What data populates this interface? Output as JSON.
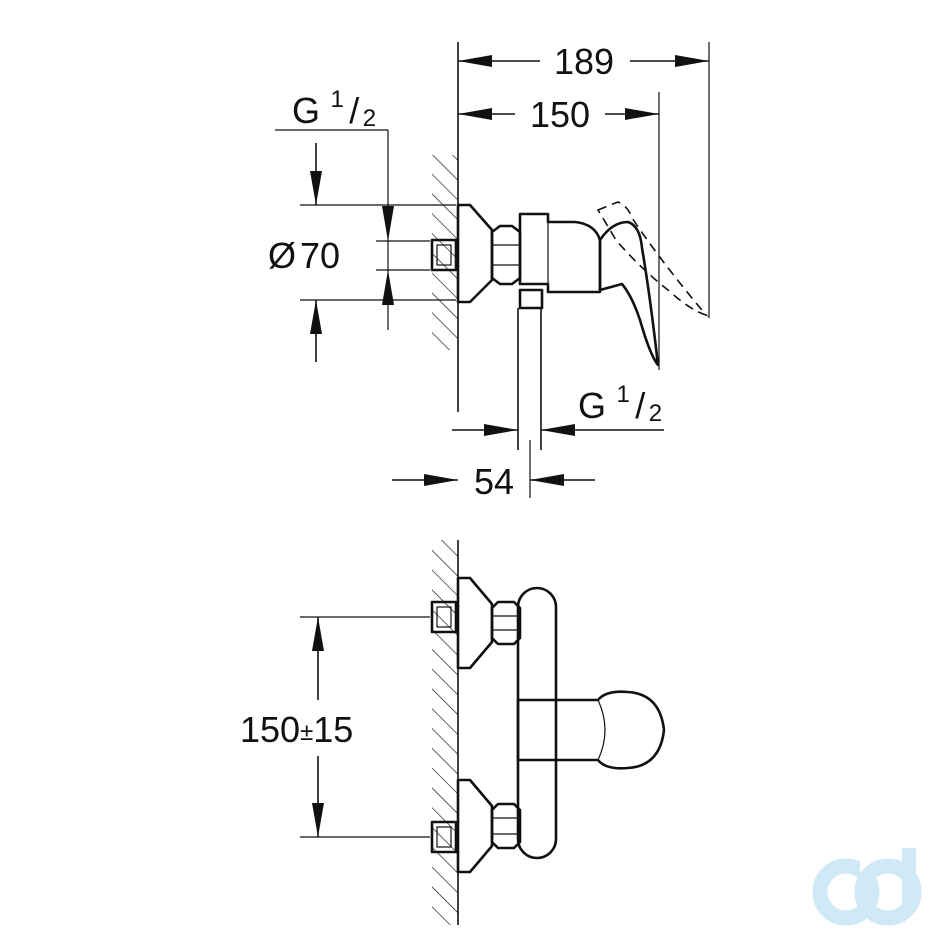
{
  "dimensions": {
    "overall_depth": "189",
    "outlet_depth": "150",
    "inlet_thread": {
      "g": "G",
      "num": "1",
      "slash": "/",
      "den": "2"
    },
    "outlet_thread": {
      "g": "G",
      "num": "1",
      "slash": "/",
      "den": "2"
    },
    "rosette_diameter": {
      "symbol": "Ø",
      "value": "70"
    },
    "outlet_offset": "54",
    "inlet_spacing": {
      "value": "150",
      "pm": "±",
      "tol": "15"
    }
  },
  "logo": {
    "text": "cd",
    "color": "#cfe9f7"
  },
  "colors": {
    "line": "#111111",
    "background": "#ffffff"
  }
}
